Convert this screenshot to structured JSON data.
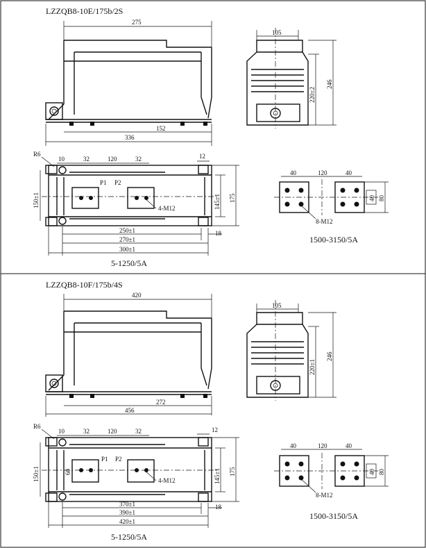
{
  "panels": [
    {
      "title": "LZZQB8-10E/175b/2S",
      "front": {
        "width": "275",
        "height": "152",
        "base": "336"
      },
      "side": {
        "width": "105",
        "h1": "220±2",
        "h2": "246"
      },
      "plan": {
        "r": "R6",
        "d10": "10",
        "d32a": "32",
        "d120": "120",
        "d32b": "32",
        "d12": "12",
        "p1": "P1",
        "p2": "P2",
        "bolt": "4-M12",
        "h150": "150±1",
        "h145": "145±1",
        "h175": "175",
        "d18": "18",
        "l1": "250±1",
        "l2": "270±1",
        "l3": "300±1"
      },
      "ratio_left": "5-1250/5A",
      "term": {
        "d40a": "40",
        "d120": "120",
        "d40b": "40",
        "d40c": "40",
        "d80": "80",
        "bolt": "8-M12"
      },
      "ratio_right": "1500-3150/5A"
    },
    {
      "title": "LZZQB8-10F/175b/4S",
      "front": {
        "width": "420",
        "height": "272",
        "base": "456"
      },
      "side": {
        "width": "105",
        "h1": "220±1",
        "h2": "246"
      },
      "plan": {
        "r": "R6",
        "d10": "10",
        "d32a": "32",
        "d120": "120",
        "d32b": "32",
        "d12": "12",
        "p1": "P1",
        "p2": "P2",
        "bolt": "4-M12",
        "d60": "60",
        "h150": "150±1",
        "h145": "145±1",
        "h175": "175",
        "d18": "18",
        "l1": "370±1",
        "l2": "390±1",
        "l3": "420±1"
      },
      "ratio_left": "5-1250/5A",
      "term": {
        "d40a": "40",
        "d120": "120",
        "d40b": "40",
        "d40c": "40",
        "d80": "80",
        "bolt": "8-M12"
      },
      "ratio_right": "1500-3150/5A"
    }
  ]
}
